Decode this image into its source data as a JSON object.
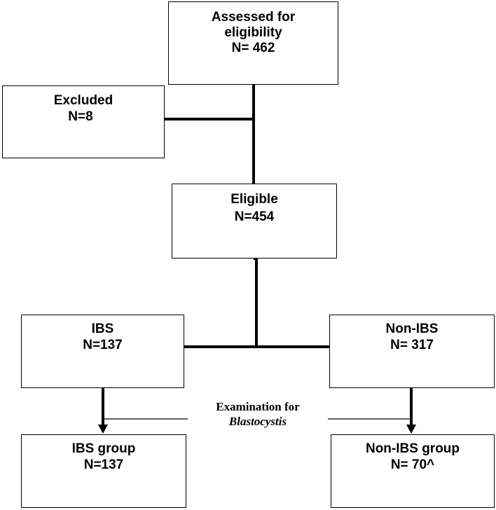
{
  "nodes": {
    "assessed": {
      "label": "Assessed for eligibility",
      "n": "N= 462"
    },
    "excluded": {
      "label": "Excluded",
      "n": "N=8"
    },
    "eligible": {
      "label": "Eligible",
      "n": "N=454"
    },
    "ibs": {
      "label": "IBS",
      "n": "N=137"
    },
    "non_ibs": {
      "label": "Non-IBS",
      "n": "N= 317"
    },
    "ibs_group": {
      "label": "IBS group",
      "n": "N=137"
    },
    "non_ibs_group": {
      "label": "Non-IBS group",
      "n": "N= 70^"
    }
  },
  "examination": {
    "line1": "Examination for",
    "line2": "Blastocystis"
  }
}
